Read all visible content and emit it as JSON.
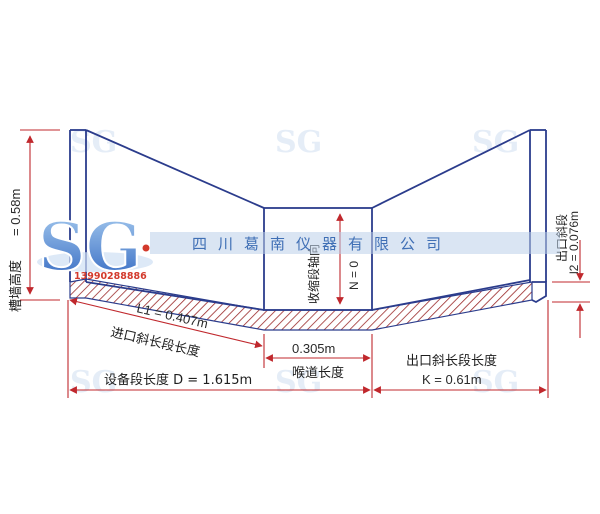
{
  "watermark": {
    "brand": "SG",
    "tagline": "四川葛南仪器有限公司",
    "phone": "13990288886"
  },
  "labels": {
    "wall_height": "槽墙高度",
    "wall_height_value": "= 0.58m",
    "contraction_axis": "收缩段轴向",
    "contraction_value": "N = 0",
    "inlet_value": "L1 = 0.407m",
    "inlet_label": "进口斜长段长度",
    "throat_value": "0.305m",
    "throat_label": "喉道长度",
    "device_length": "设备段长度 D = 1.615m",
    "outlet_label": "出口斜长段长度",
    "outlet_value": "K = 0.61m",
    "outlet_drop_label": "出口斜段",
    "outlet_drop_value": "l2 = 0.076m"
  },
  "colors": {
    "outline": "#2b3c8c",
    "dimension": "#c0282d",
    "watermark": "#3f6fb5",
    "hatch": "#9b2a2a"
  }
}
